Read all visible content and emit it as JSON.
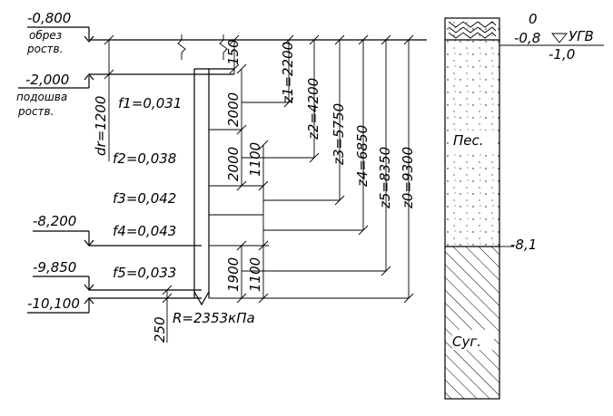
{
  "elevations": {
    "cut": "-0,800",
    "cut_caption_1": "обрез",
    "cut_caption_2": "роств.",
    "base": "-2,000",
    "base_caption_1": "подошва",
    "base_caption_2": "роств.",
    "e3": "-8,200",
    "e4": "-9,850",
    "tip": "-10,100"
  },
  "friction": [
    {
      "label": "f1=0,031"
    },
    {
      "label": "f2=0,038"
    },
    {
      "label": "f3=0,042"
    },
    {
      "label": "f4=0,043"
    },
    {
      "label": "f5=0,033"
    }
  ],
  "depths": {
    "z1": "z1=2200",
    "z2": "z2=4200",
    "z3": "z3=5750",
    "z4": "z4=6850",
    "z5": "z5=8350",
    "z0": "z0=9300"
  },
  "dims": {
    "d150": "150",
    "d2000a": "2000",
    "d2000b": "2000",
    "d1100a": "1100",
    "d1900": "1900",
    "d1100b": "1100",
    "d250": "250",
    "df": "dr=1200"
  },
  "resistance": "R=2353кПа",
  "borehole": {
    "top": "0",
    "cut": "-0,8",
    "gwl_label": "УГВ",
    "gwl": "-1,0",
    "boundary": "-8,1",
    "layer1": "Пес.",
    "layer2": "Суг."
  }
}
